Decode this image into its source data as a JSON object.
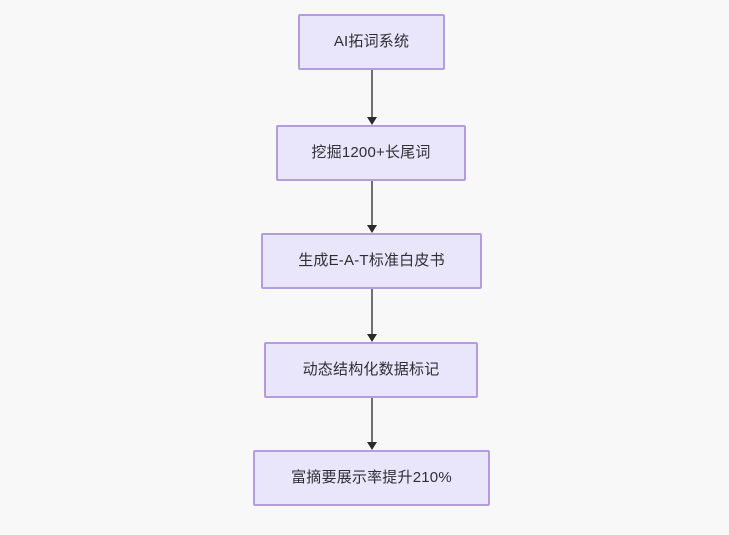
{
  "diagram": {
    "type": "flowchart",
    "direction": "top-to-bottom",
    "background_color": "#f8f8f9",
    "node_fill_color": "#e9e6fb",
    "node_border_color": "#b39ddb",
    "node_text_color": "#2f2f33",
    "connector_color": "#707070",
    "arrowhead_color": "#2b2b2b",
    "nodes": [
      {
        "id": "n1",
        "label": "AI拓词系统"
      },
      {
        "id": "n2",
        "label": "挖掘1200+长尾词"
      },
      {
        "id": "n3",
        "label": "生成E-A-T标准白皮书"
      },
      {
        "id": "n4",
        "label": "动态结构化数据标记"
      },
      {
        "id": "n5",
        "label": "富摘要展示率提升210%"
      }
    ],
    "edges": [
      {
        "from": "n1",
        "to": "n2"
      },
      {
        "from": "n2",
        "to": "n3"
      },
      {
        "from": "n3",
        "to": "n4"
      },
      {
        "from": "n4",
        "to": "n5"
      }
    ]
  }
}
